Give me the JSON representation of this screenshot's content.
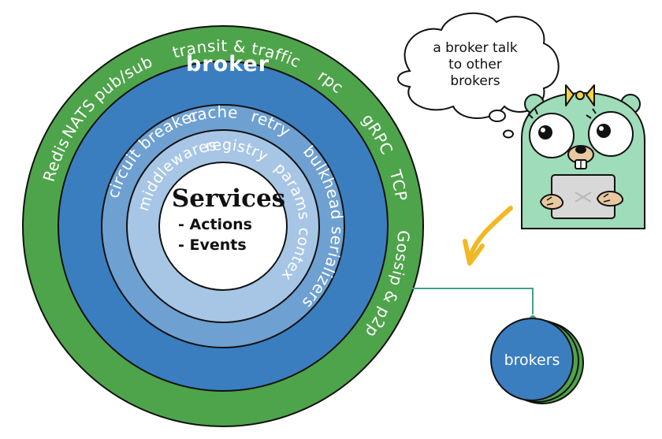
{
  "colors": {
    "outer_green": "#4ea44a",
    "broker_blue": "#3a7ec0",
    "mid_blue": "#6ea0d2",
    "inner_blue": "#a7c6e6",
    "core": "#ffffff",
    "gopher": "#9fdcb9",
    "arrow": "#f2b824",
    "outline": "#111111"
  },
  "transport_ring": {
    "items": [
      "Redis",
      "NATS",
      "pub/sub",
      "transit & traffic",
      "rpc",
      "gRPC",
      "TCP",
      "Gossip & p2p"
    ]
  },
  "broker_ring": {
    "title": "broker",
    "items": [
      "circuit breaker",
      "cache",
      "retry",
      "bulkhead",
      "serializers"
    ]
  },
  "inner_ring": {
    "items": [
      "middlewares",
      "registry",
      "params",
      "contex"
    ]
  },
  "core": {
    "title": "Services",
    "items": [
      "- Actions",
      "- Events"
    ]
  },
  "thought_bubble": {
    "lines": [
      "a broker talk",
      "to other",
      "brokers"
    ]
  },
  "brokers_stack": {
    "label": "brokers"
  },
  "icons": [
    "gopher-mascot-icon",
    "curved-arrow-icon",
    "thought-bubble-icon"
  ]
}
